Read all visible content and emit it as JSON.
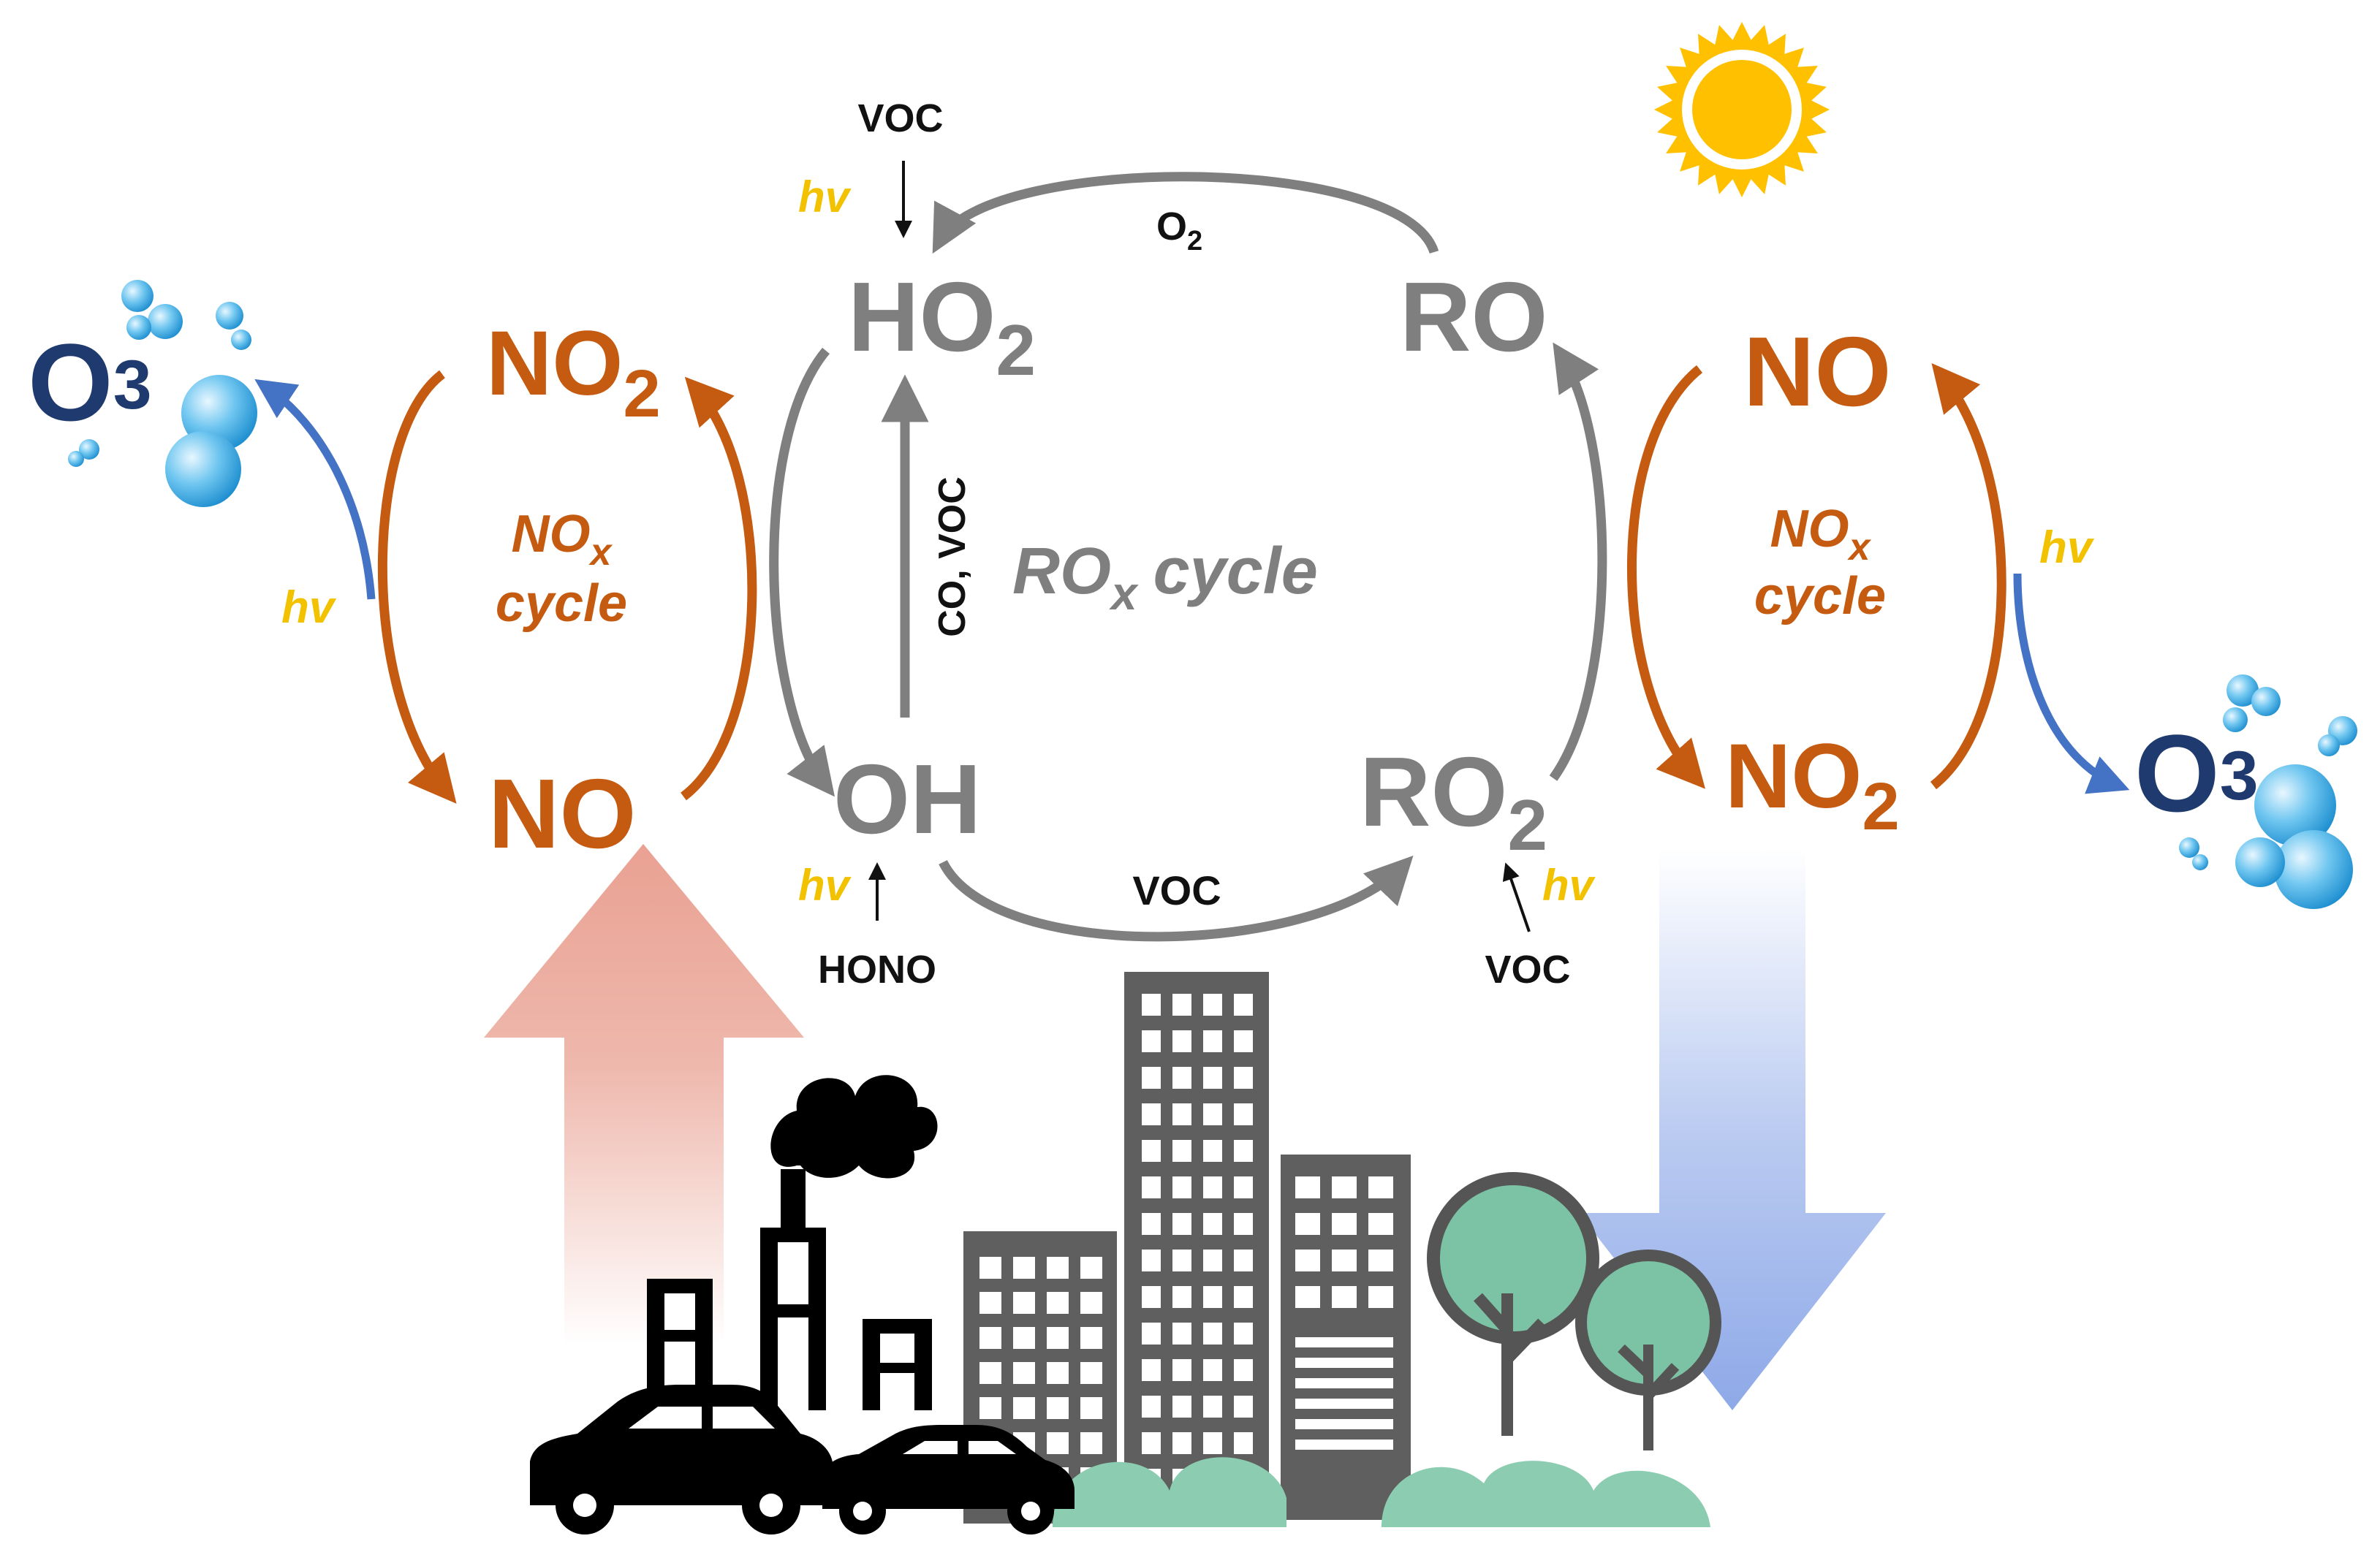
{
  "colors": {
    "nox": "#c55a11",
    "rox": "#7f7f7f",
    "hv": "#f2c200",
    "ozone_text": "#1f3a6e",
    "ozone_arrow": "#4472c4",
    "bubble": "#3fa9e0",
    "sun": "#ffc000",
    "emission_arrow": "#e9a192",
    "deposition_arrow": "#8ea9e8",
    "building": "#5f5f5f",
    "tree": "#7cc3a6",
    "ink": "#000000"
  },
  "left_nox": {
    "no2": {
      "main": "NO",
      "sub": "2"
    },
    "no": "NO",
    "cycle_main": "NO",
    "cycle_sub": "x",
    "cycle_word": "cycle",
    "hv": "hv",
    "ozone": {
      "main": "O",
      "sub": "3"
    }
  },
  "right_nox": {
    "no": "NO",
    "no2": {
      "main": "NO",
      "sub": "2"
    },
    "cycle_main": "NO",
    "cycle_sub": "x",
    "cycle_word": "cycle",
    "hv": "hv",
    "ozone": {
      "main": "O",
      "sub": "3"
    }
  },
  "rox": {
    "ho2": {
      "main": "HO",
      "sub": "2"
    },
    "ro": "RO",
    "oh": "OH",
    "ro2": {
      "main": "RO",
      "sub": "2"
    },
    "cycle_main": "RO",
    "cycle_sub": "x",
    "cycle_word": "cycle",
    "o2": {
      "main": "O",
      "sub": "2"
    },
    "co_voc": "CO, VOC",
    "voc_top": "VOC",
    "hv_top": "hv",
    "voc_bottom": "VOC",
    "hono": "HONO",
    "hv_oh": "hv",
    "voc_ro2": "VOC",
    "hv_ro2": "hv"
  }
}
